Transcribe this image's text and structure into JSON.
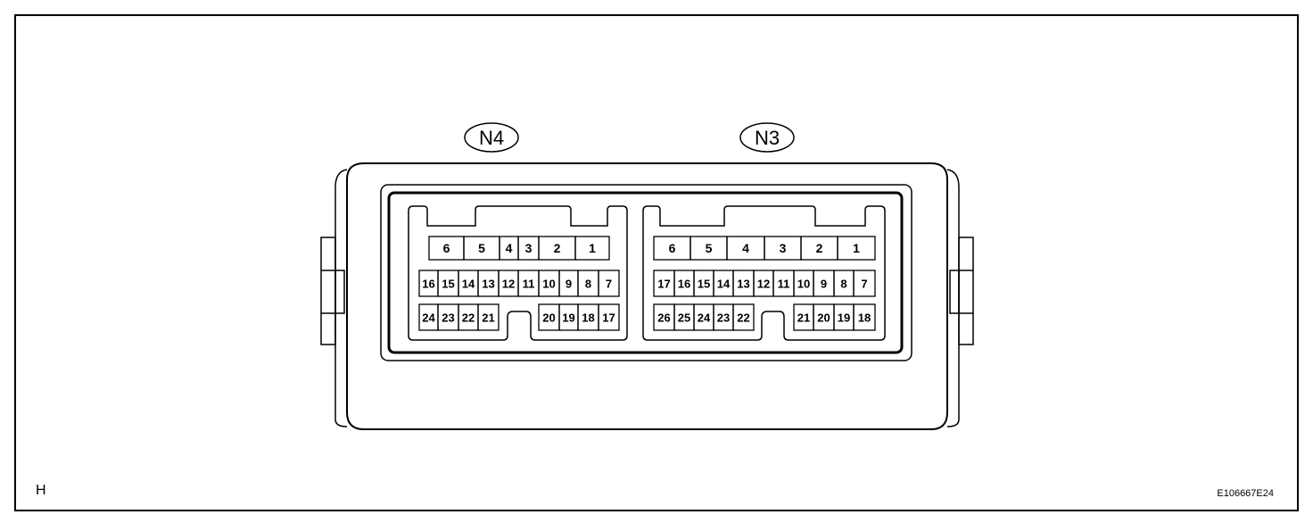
{
  "connectors": [
    {
      "id": "N4",
      "label": "N4",
      "rows": [
        [
          "6",
          "5",
          "4",
          "3",
          "2",
          "1"
        ],
        [
          "16",
          "15",
          "14",
          "13",
          "12",
          "11",
          "10",
          "9",
          "8",
          "7"
        ],
        [
          "24",
          "23",
          "22",
          "21",
          "20",
          "19",
          "18",
          "17"
        ]
      ]
    },
    {
      "id": "N3",
      "label": "N3",
      "rows": [
        [
          "6",
          "5",
          "4",
          "3",
          "2",
          "1"
        ],
        [
          "17",
          "16",
          "15",
          "14",
          "13",
          "12",
          "11",
          "10",
          "9",
          "8",
          "7"
        ],
        [
          "26",
          "25",
          "24",
          "23",
          "22",
          "21",
          "20",
          "19",
          "18"
        ]
      ]
    }
  ],
  "corner_label": "H",
  "figure_ref": "E106667E24"
}
